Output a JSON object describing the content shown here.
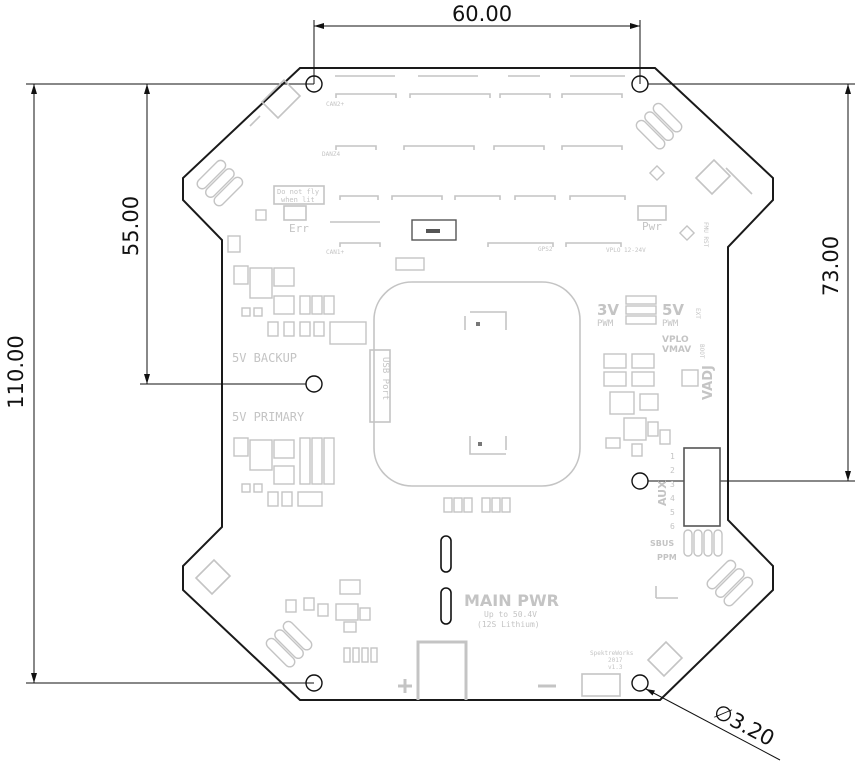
{
  "dimensions": {
    "top_width": "60.00",
    "left_height_inner": "55.00",
    "left_height_outer": "110.00",
    "right_height": "73.00",
    "hole_diameter": "∅3.20"
  },
  "board_labels": {
    "backup": "5V BACKUP",
    "primary": "5V PRIMARY",
    "usb_port": "USB Port",
    "main_pwr": "MAIN PWR",
    "main_pwr_sub1": "Up to 50.4V",
    "main_pwr_sub2": "(12S Lithium)",
    "err": "Err",
    "pwr": "Pwr",
    "do_not_1": "Do not fly",
    "do_not_2": "when lit",
    "pwm3v": "3V",
    "pwm5v": "5V",
    "pwm_a": "PWM",
    "pwm_b": "PWM",
    "vplo": "VPLO",
    "vmav": "VMAV",
    "vadj": "VADJ",
    "aux": "AUX",
    "aux_pins": [
      "1",
      "2",
      "3",
      "4",
      "5",
      "6"
    ],
    "sbus": "SBUS",
    "ppm": "PPM",
    "maker": "SpektreWorks",
    "year": "2017",
    "version": "v1.3",
    "fmu_rst": "FMU RST",
    "danz": "DANZ4",
    "can1": "CAN1+",
    "can2": "CAN2+",
    "gps": "GPS2",
    "vplo_in": "VPLO 12-24V",
    "ext": "EXT",
    "boot": "BOOT"
  }
}
